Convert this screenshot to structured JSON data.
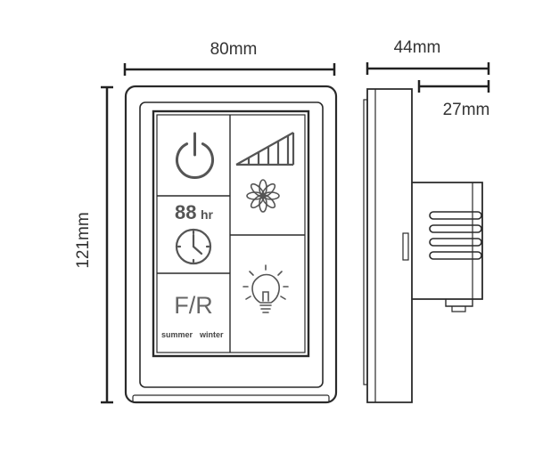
{
  "dimensions": {
    "width": "80mm",
    "height": "121mm",
    "depth_total": "44mm",
    "depth_body": "27mm"
  },
  "panel": {
    "timer_digits": "88",
    "timer_unit": "hr",
    "mode_label": "F/R",
    "season_summer": "summer",
    "season_winter": "winter"
  },
  "icons": [
    "power-icon",
    "fan-speed-bars-icon",
    "fan-icon",
    "clock-icon",
    "light-bulb-icon"
  ],
  "colors": {
    "line": "#2a2a2a",
    "icon": "#555555",
    "background": "#ffffff"
  }
}
